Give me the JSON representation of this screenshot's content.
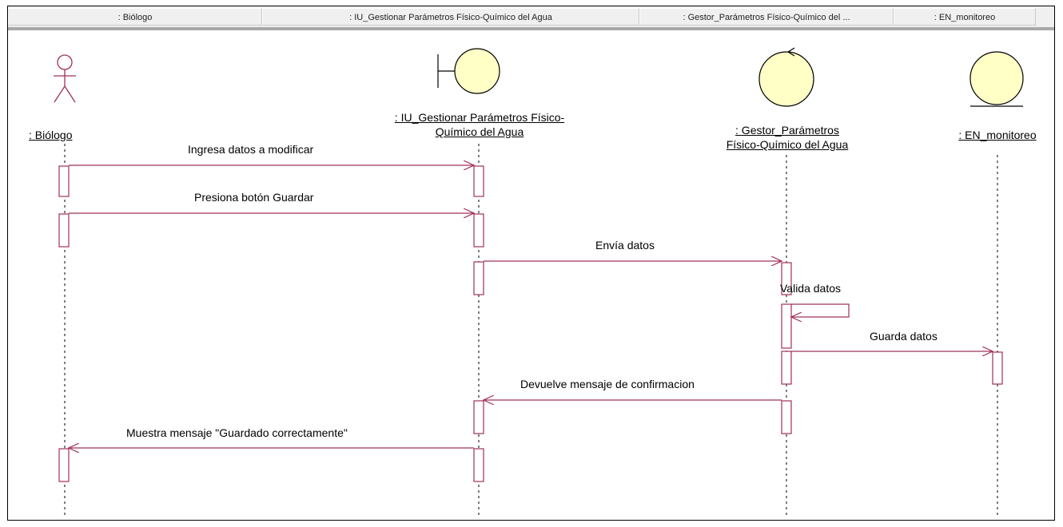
{
  "header": {
    "columns": [
      ": Biólogo",
      ": IU_Gestionar Parámetros Físico-Químico del Agua",
      ": Gestor_Parámetros Físico-Químico del ...",
      ": EN_monitoreo"
    ]
  },
  "lifelines": {
    "biologo": {
      "name_line1": ": Biólogo",
      "icon": "actor-icon"
    },
    "iu": {
      "name_line1": ": IU_Gestionar Parámetros Físico-",
      "name_line2": "Químico del Agua",
      "icon": "boundary-icon"
    },
    "gestor": {
      "name_line1": ": Gestor_Parámetros",
      "name_line2": "Físico-Químico del Agua",
      "icon": "control-icon"
    },
    "entidad": {
      "name_line1": ": EN_monitoreo",
      "icon": "entity-icon"
    }
  },
  "messages": [
    {
      "label": "Ingresa datos a modificar",
      "from": "biologo",
      "to": "iu"
    },
    {
      "label": "Presiona botón Guardar",
      "from": "biologo",
      "to": "iu"
    },
    {
      "label": "Envía datos",
      "from": "iu",
      "to": "gestor"
    },
    {
      "label": "Valida datos",
      "from": "gestor",
      "to": "gestor"
    },
    {
      "label": "Guarda datos",
      "from": "gestor",
      "to": "entidad"
    },
    {
      "label": "Devuelve mensaje de confirmacion",
      "from": "gestor",
      "to": "iu"
    },
    {
      "label": "Muestra mensaje \"Guardado correctamente\"",
      "from": "iu",
      "to": "biologo"
    }
  ],
  "colors": {
    "line": "#a0305a",
    "object_fill": "#ffffc6",
    "lifeline": "#000000"
  }
}
